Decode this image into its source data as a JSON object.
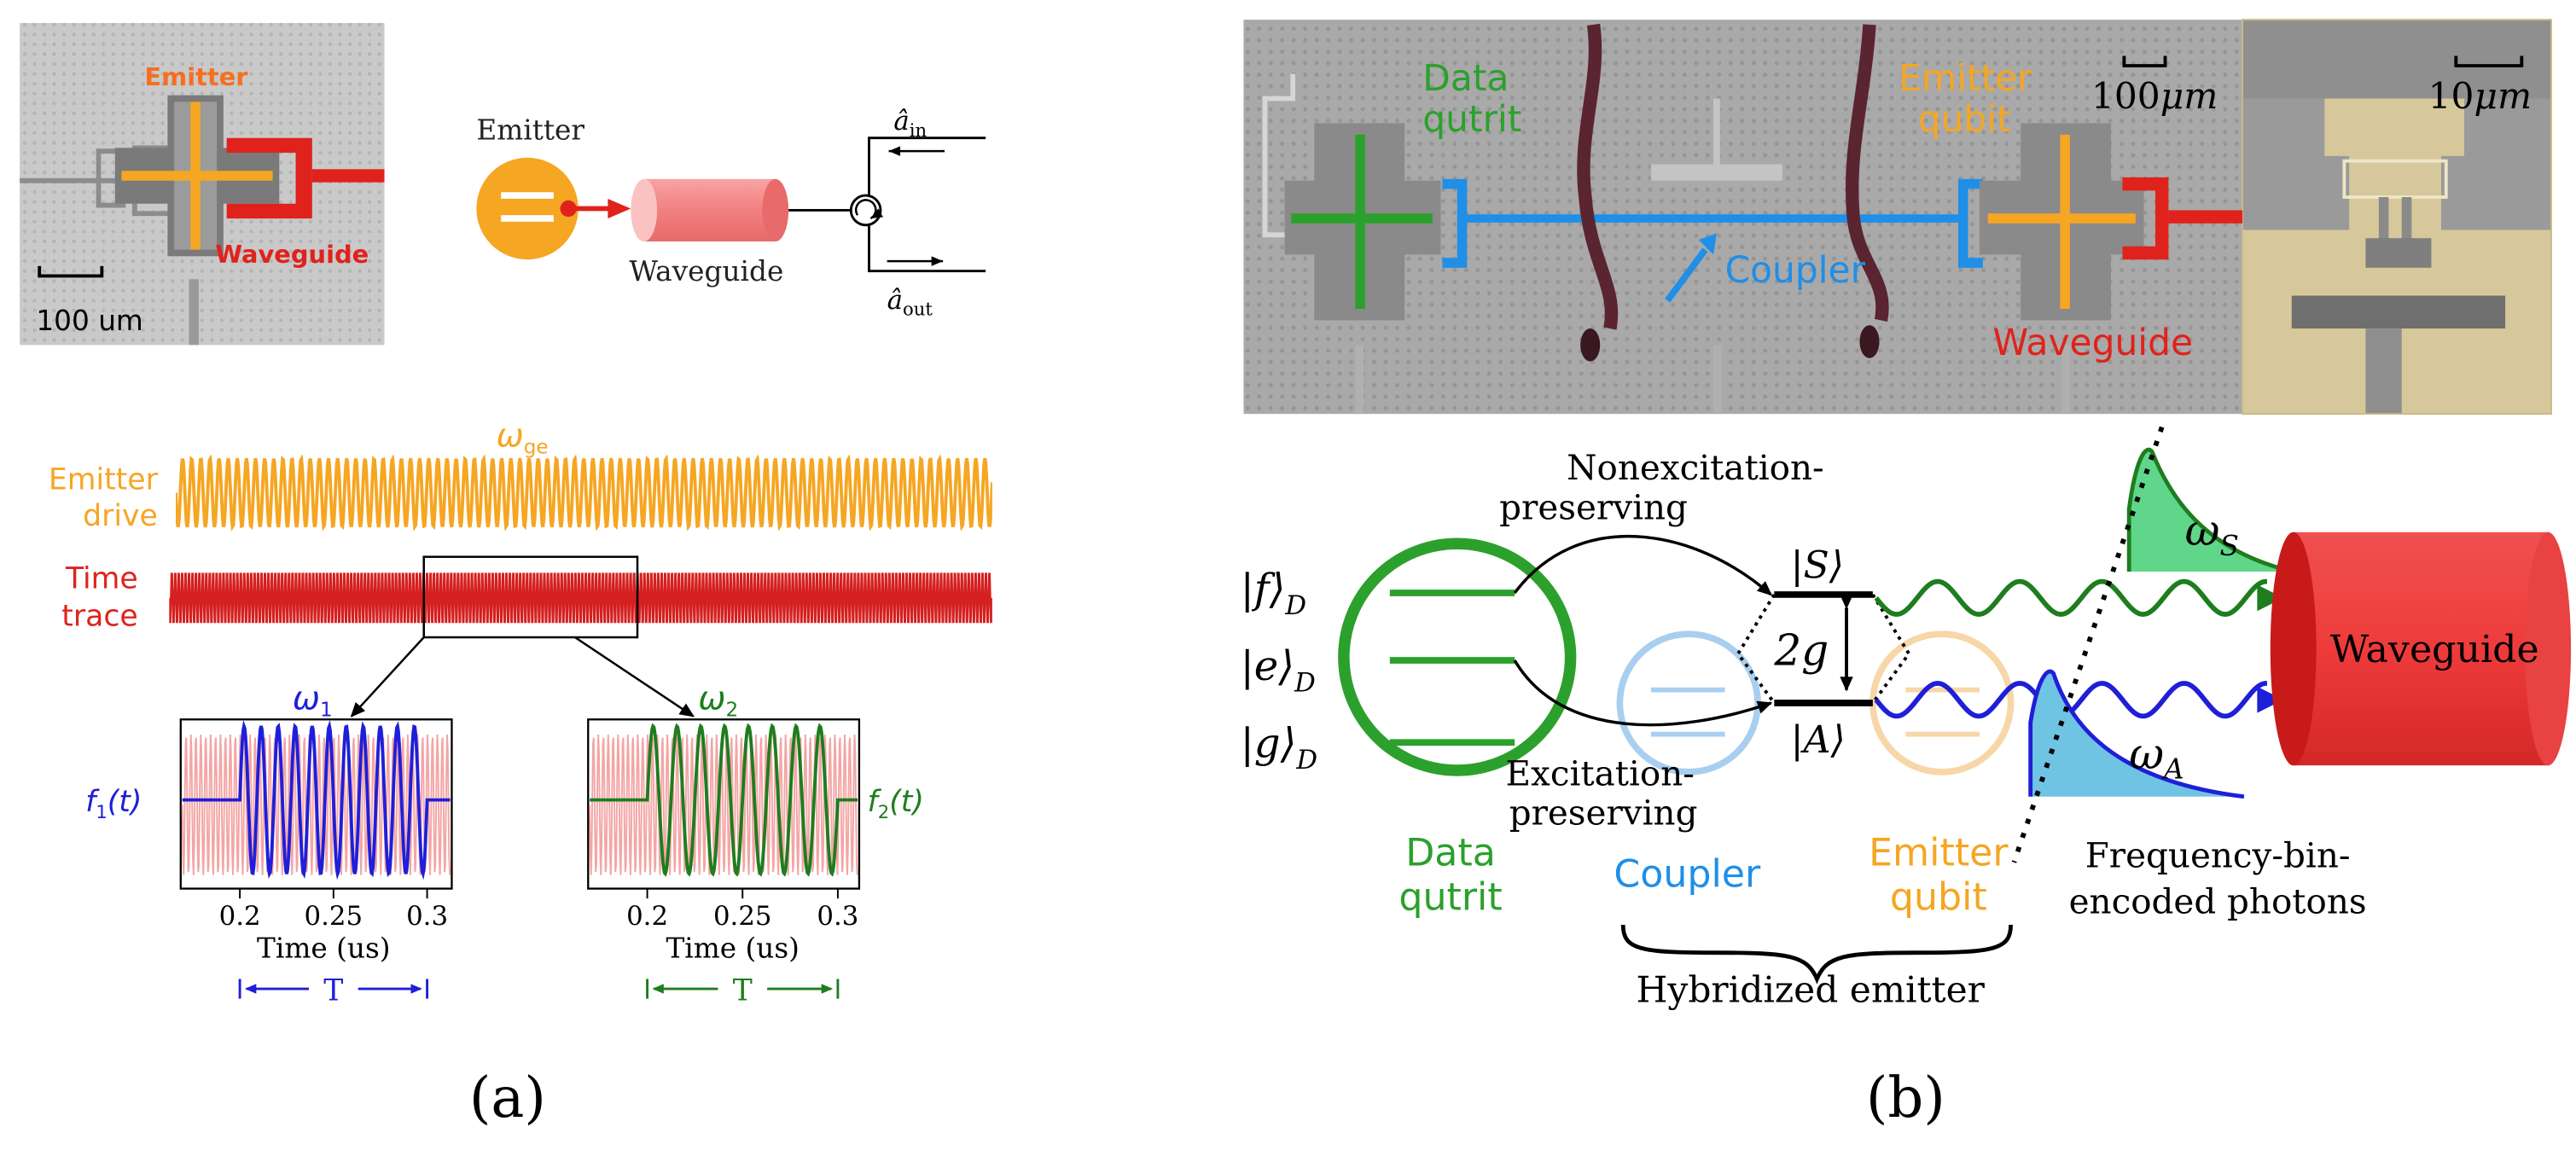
{
  "colors": {
    "emitter_orange": "#f5a623",
    "waveguide_red": "#e0221c",
    "data_green": "#2ca02c",
    "coupler_blue": "#1f8fe8",
    "signal_blue": "#1f1fd8",
    "signal_green": "#1e7d1e",
    "photon_green": "#2ecc71",
    "photon_blue": "#3aa9d9"
  },
  "panel_a": {
    "label": "(a)",
    "micrograph": {
      "emitter_label": "Emitter",
      "waveguide_label": "Waveguide",
      "scale_bar_label": "100 um"
    },
    "schematic": {
      "emitter_label": "Emitter",
      "waveguide_label": "Waveguide",
      "a_in": "â",
      "a_in_sub": "in",
      "a_out": "â",
      "a_out_sub": "out"
    },
    "traces": {
      "omega_ge": "ω",
      "omega_ge_sub": "ge",
      "emitter_drive_line1": "Emitter",
      "emitter_drive_line2": "drive",
      "time_trace_line1": "Time",
      "time_trace_line2": "trace"
    },
    "insets": [
      {
        "omega": "ω",
        "omega_sub": "1",
        "f_label": "f",
        "f_sub": "1",
        "f_arg": "(t)",
        "xticks": [
          "0.2",
          "0.25",
          "0.3"
        ],
        "xlabel": "Time (us)",
        "period": "T",
        "cycles": 11
      },
      {
        "omega": "ω",
        "omega_sub": "2",
        "f_label": "f",
        "f_sub": "2",
        "f_arg": "(t)",
        "xticks": [
          "0.2",
          "0.25",
          "0.3"
        ],
        "xlabel": "Time (us)",
        "period": "T",
        "cycles": 8
      }
    ]
  },
  "panel_b": {
    "label": "(b)",
    "micrograph": {
      "data_line1": "Data",
      "data_line2": "qutrit",
      "emitter_line1": "Emitter",
      "emitter_line2": "qubit",
      "coupler_label": "Coupler",
      "waveguide_label": "Waveguide",
      "scale_bar_1": "100",
      "scale_bar_1_unit": "μm",
      "scale_bar_2": "10",
      "scale_bar_2_unit": "μm"
    },
    "scheme": {
      "nonexc_line1": "Nonexcitation-",
      "nonexc_line2": "preserving",
      "exc_line1": "Excitation-",
      "exc_line2": "preserving",
      "ket_f": "|f⟩",
      "ket_e": "|e⟩",
      "ket_g": "|g⟩",
      "ket_sub": "D",
      "ket_S": "|S⟩",
      "ket_A": "|A⟩",
      "coupling": "2g",
      "omega_S": "ω",
      "omega_S_sub": "S",
      "omega_A": "ω",
      "omega_A_sub": "A",
      "waveguide_label": "Waveguide",
      "data_line1": "Data",
      "data_line2": "qutrit",
      "coupler_label": "Coupler",
      "emitter_line1": "Emitter",
      "emitter_line2": "qubit",
      "hybridized": "Hybridized emitter",
      "photons_line1": "Frequency-bin-",
      "photons_line2": "encoded photons"
    }
  }
}
